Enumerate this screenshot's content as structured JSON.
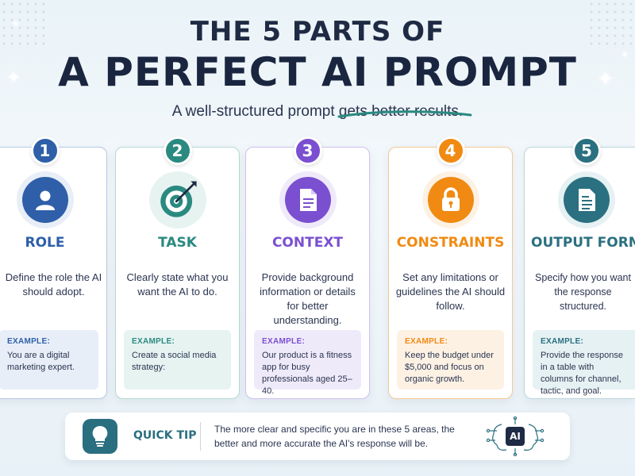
{
  "header": {
    "title_line1": "THE 5 PARTS OF",
    "title_line2": "A PERFECT AI PROMPT",
    "subtitle": "A well-structured prompt gets better results."
  },
  "cards": [
    {
      "number": "1",
      "title": "ROLE",
      "icon": "person-icon",
      "color": "#2e5fa8",
      "light": "#e8eef7",
      "description": "Define the role the AI should adopt.",
      "example_label": "EXAMPLE:",
      "example_text": "You are a digital marketing expert."
    },
    {
      "number": "2",
      "title": "TASK",
      "icon": "target-icon",
      "color": "#2a8a80",
      "light": "#e6f3f1",
      "description": "Clearly state what you want the AI to do.",
      "example_label": "EXAMPLE:",
      "example_text": "Create a social media strategy:"
    },
    {
      "number": "3",
      "title": "CONTEXT",
      "icon": "document-icon",
      "color": "#7a4fd0",
      "light": "#efeafa",
      "description": "Provide background information or details for better understanding.",
      "example_label": "EXAMPLE:",
      "example_text": "Our product is a fitness app for busy professionals aged 25–40."
    },
    {
      "number": "4",
      "title": "CONSTRAINTS",
      "icon": "lock-icon",
      "color": "#f08a12",
      "light": "#fdf1e4",
      "description": "Set any limitations or guidelines the AI should follow.",
      "example_label": "EXAMPLE:",
      "example_text": "Keep the budget under $5,000 and focus on organic growth."
    },
    {
      "number": "5",
      "title": "OUTPUT FORMAT",
      "icon": "list-document-icon",
      "color": "#2a7080",
      "light": "#e6f1f3",
      "description": "Specify how you want the response structured.",
      "example_label": "EXAMPLE:",
      "example_text": "Provide the response in a table with columns for channel, tactic, and goal."
    }
  ],
  "tip": {
    "label": "QUICK TIP",
    "text": "The more clear and specific you are in these 5 areas, the better and more accurate the AI's response will be.",
    "badge": "AI"
  }
}
